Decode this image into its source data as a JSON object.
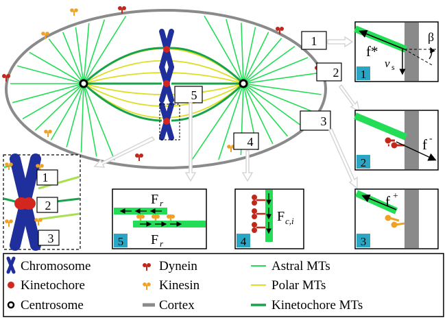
{
  "colors": {
    "astral": "#22dd55",
    "polar": "#dede20",
    "kinetochore_mt": "#17a34a",
    "chromosome": "#1f2f9c",
    "kinetochore": "#d2261f",
    "dynein": "#c0281c",
    "kinesin": "#f0a024",
    "cortex": "#8a8a8a",
    "badge": "#2aa6c4",
    "arrow_gray": "#dcdcdc"
  },
  "callouts": {
    "c1": "1",
    "c2": "2",
    "c3": "3",
    "c4": "4",
    "c5": "5",
    "z1": "1",
    "z2": "2",
    "z3": "3"
  },
  "panel1": {
    "badge": "1",
    "force": "f*",
    "speed_v": "v",
    "speed_sub": "s",
    "angle": "β"
  },
  "panel2": {
    "badge": "2",
    "force": "f",
    "force_sup": "-"
  },
  "panel3": {
    "badge": "3",
    "force": "f",
    "force_sup": "+"
  },
  "panel4": {
    "badge": "4",
    "force": "F",
    "force_sub": "c,i"
  },
  "panel5": {
    "badge": "5",
    "force_top": "F",
    "force_top_sub": "r",
    "force_bottom": "F",
    "force_bottom_sub": "r"
  },
  "legend": {
    "chromosome": "Chromosome",
    "kinetochore": "Kinetochore",
    "centrosome": "Centrosome",
    "dynein": "Dynein",
    "kinesin": "Kinesin",
    "cortex": "Cortex",
    "astral": "Astral MTs",
    "polar": "Polar MTs",
    "kinetochore_mts": "Kinetochore MTs"
  }
}
